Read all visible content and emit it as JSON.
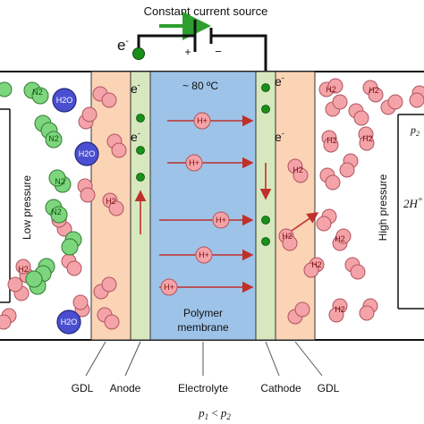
{
  "circuit": {
    "source_label": "Constant current source",
    "electron_left": "e",
    "electron_sup": "-",
    "plus_sign": "+",
    "minus_sign": "−"
  },
  "regions": {
    "temperature": "~ 80 ºC",
    "membrane_line1": "Polymer",
    "membrane_line2": "membrane",
    "low_pressure": "Low pressure",
    "high_pressure": "High pressure"
  },
  "bottom_labels": {
    "gdl_left": "GDL",
    "anode": "Anode",
    "electrolyte": "Electrolyte",
    "cathode": "Cathode",
    "gdl_right": "GDL"
  },
  "formulas": {
    "p2_right": "p2",
    "reaction_right": "2H+",
    "pressure_relation": "p1 < p2"
  },
  "species": {
    "hydrogen_ion": "H+",
    "hydrogen": "H2",
    "nitrogen": "N2",
    "water": "H2O",
    "electron": "e-"
  },
  "colors": {
    "gdl": "#fbd3b5",
    "electrode": "#d7e8bf",
    "membrane": "#9dc3e8",
    "h2": "#f4a3a8",
    "n2": "#7dd67d",
    "h2o": "#4a4fd1",
    "electron": "#1a8f1a",
    "arrow_red": "#c0302a",
    "arrow_green": "#2e9e2e"
  }
}
